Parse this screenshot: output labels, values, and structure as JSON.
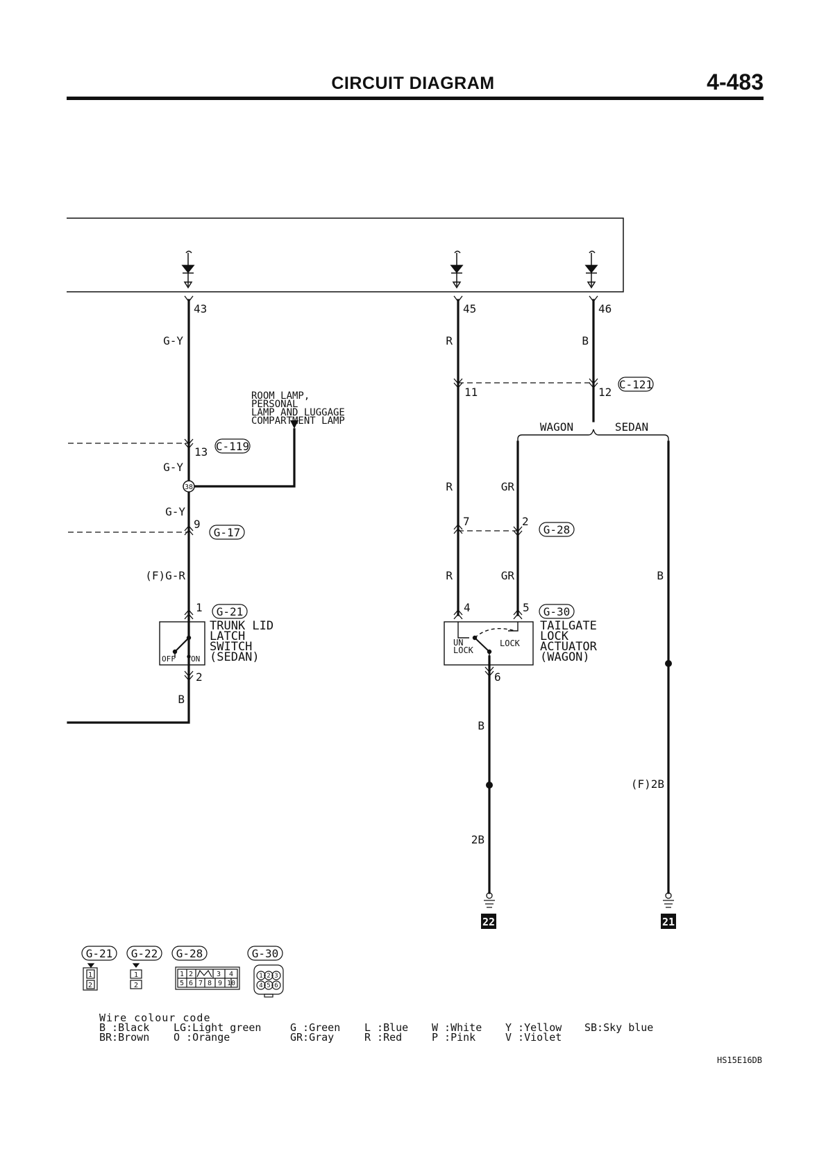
{
  "header": {
    "title": "CIRCUIT DIAGRAM",
    "page": "4-483"
  },
  "terminals": {
    "t43": "43",
    "t45": "45",
    "t46": "46"
  },
  "wires": {
    "gy1": "G-Y",
    "r1": "R",
    "b1": "B",
    "gy2": "G-Y",
    "gy3": "G-Y",
    "fgr": "(F)G-R",
    "b2": "B",
    "r2": "R",
    "gr1": "GR",
    "r3": "R",
    "gr2": "GR",
    "b_sedan": "B",
    "b_act": "B",
    "f2b": "(F)2B",
    "twob": "2B"
  },
  "pins": {
    "p11": "11",
    "p12": "12",
    "p13": "13",
    "p9": "9",
    "p7": "7",
    "p2a": "2",
    "p1": "1",
    "p2b": "2",
    "p4": "4",
    "p5": "5",
    "p6": "6"
  },
  "connectors": {
    "c121": "C-121",
    "c119": "C-119",
    "g17": "G-17",
    "g28": "G-28",
    "g21": "G-21",
    "g30": "G-30",
    "joint38": "38"
  },
  "labels": {
    "room_lamp": [
      "ROOM LAMP,",
      "PERSONAL",
      "LAMP AND LUGGAGE",
      "COMPARTMENT LAMP"
    ],
    "wagon": "WAGON",
    "sedan": "SEDAN",
    "trunk_switch": [
      "TRUNK LID",
      "LATCH",
      "SWITCH",
      "(SEDAN)"
    ],
    "switch_off": "OFF",
    "switch_on": "ON",
    "actuator": [
      "TAILGATE",
      "LOCK",
      "ACTUATOR",
      "(WAGON)"
    ],
    "act_unlock": [
      "UN",
      "LOCK"
    ],
    "act_lock": "LOCK"
  },
  "grounds": {
    "g22": "22",
    "g21": "21"
  },
  "legend": {
    "connectors": [
      "G-21",
      "G-22",
      "G-28",
      "G-30"
    ],
    "g21_pins": [
      "1",
      "2"
    ],
    "g22_pins": [
      "1",
      "2"
    ],
    "g28_pins": [
      "1",
      "2",
      "3",
      "4",
      "5",
      "6",
      "7",
      "8",
      "9",
      "10"
    ],
    "g30_pins": [
      "1",
      "2",
      "3",
      "4",
      "5",
      "6"
    ]
  },
  "colour_code": {
    "title": "Wire colour code",
    "row1": [
      "B :Black",
      "LG:Light green",
      "G :Green",
      "L :Blue",
      "W :White",
      "Y :Yellow",
      "SB:Sky blue"
    ],
    "row2": [
      "BR:Brown",
      "O :Orange",
      "GR:Gray",
      "R :Red",
      "P :Pink",
      "V :Violet"
    ]
  },
  "doc_code": "HS15E16DB"
}
